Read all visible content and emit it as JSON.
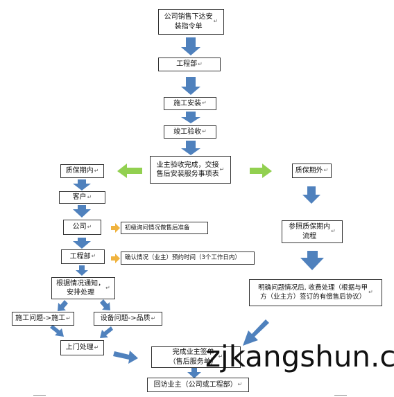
{
  "diagram": {
    "nodes": [
      {
        "id": "order",
        "label": "公司销售下达安\n装指令单"
      },
      {
        "id": "engineering",
        "label": "工程部"
      },
      {
        "id": "install",
        "label": "施工安装"
      },
      {
        "id": "acceptance",
        "label": "竣工验收"
      },
      {
        "id": "handover",
        "label": "业主验收完成，交接\n售后安装服务事项表"
      },
      {
        "id": "in-warranty",
        "label": "质保期内"
      },
      {
        "id": "out-warranty",
        "label": "质保期外"
      },
      {
        "id": "customer",
        "label": "客户"
      },
      {
        "id": "company",
        "label": "公司"
      },
      {
        "id": "engineering2",
        "label": "工程部"
      },
      {
        "id": "notify",
        "label": "根据情况通知，\n安排处理"
      },
      {
        "id": "construction-issue",
        "label": "施工问题->施工"
      },
      {
        "id": "equipment-issue",
        "label": "设备问题->品质"
      },
      {
        "id": "onsite",
        "label": "上门处理"
      },
      {
        "id": "refer-process",
        "label": "参照质保期内\n流程"
      },
      {
        "id": "paid-service",
        "label": "明确问题情况后, 收费处理（根据与甲\n方（业主方）签订的有偿售后协议）"
      },
      {
        "id": "signoff",
        "label": "完成业主签单\n（售后服务单）"
      },
      {
        "id": "revisit",
        "label": "回访业主（公司或工程部）"
      }
    ],
    "notes": [
      {
        "id": "note-company",
        "label": "初级询问情况做售后准备"
      },
      {
        "id": "note-engineering",
        "label": "确认情况（业主）预约时间（3个工作日内）"
      }
    ],
    "paragraph_mark": "↵",
    "colors": {
      "blue_arrow": "#4f81bd",
      "green_arrow": "#92d050",
      "orange_arrow": "#f0b33e",
      "border": "#333333"
    }
  },
  "watermark": {
    "text": "zjkangshun.c"
  }
}
